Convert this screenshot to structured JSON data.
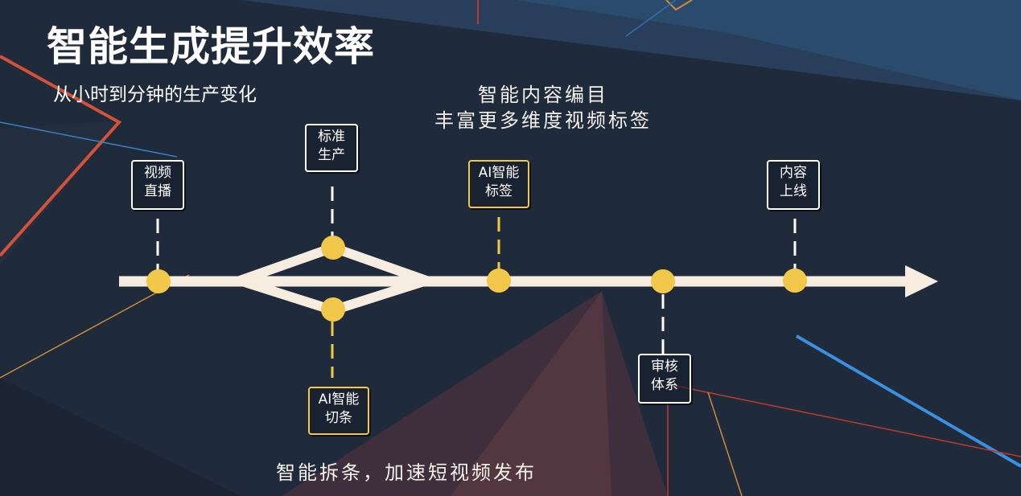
{
  "slide": {
    "title": "智能生成提升效率",
    "subtitle": "从小时到分钟的生产变化"
  },
  "captions": {
    "top_line1": "智能内容编目",
    "top_line2": "丰富更多维度视频标签",
    "bottom": "智能拆条，加速短视频发布"
  },
  "nodes": {
    "live": {
      "line1": "视频",
      "line2": "直播"
    },
    "standard": {
      "line1": "标准",
      "line2": "生产"
    },
    "ai_split": {
      "line1": "AI智能",
      "line2": "切条"
    },
    "ai_tag": {
      "line1": "AI智能",
      "line2": "标签"
    },
    "review": {
      "line1": "审核",
      "line2": "体系"
    },
    "publish": {
      "line1": "内容",
      "line2": "上线"
    }
  },
  "colors": {
    "background": "#1f2a3b",
    "track": "#f6ede0",
    "dot": "#f2c84b",
    "ai_accent": "#f2c84b",
    "text": "#ffffff"
  }
}
